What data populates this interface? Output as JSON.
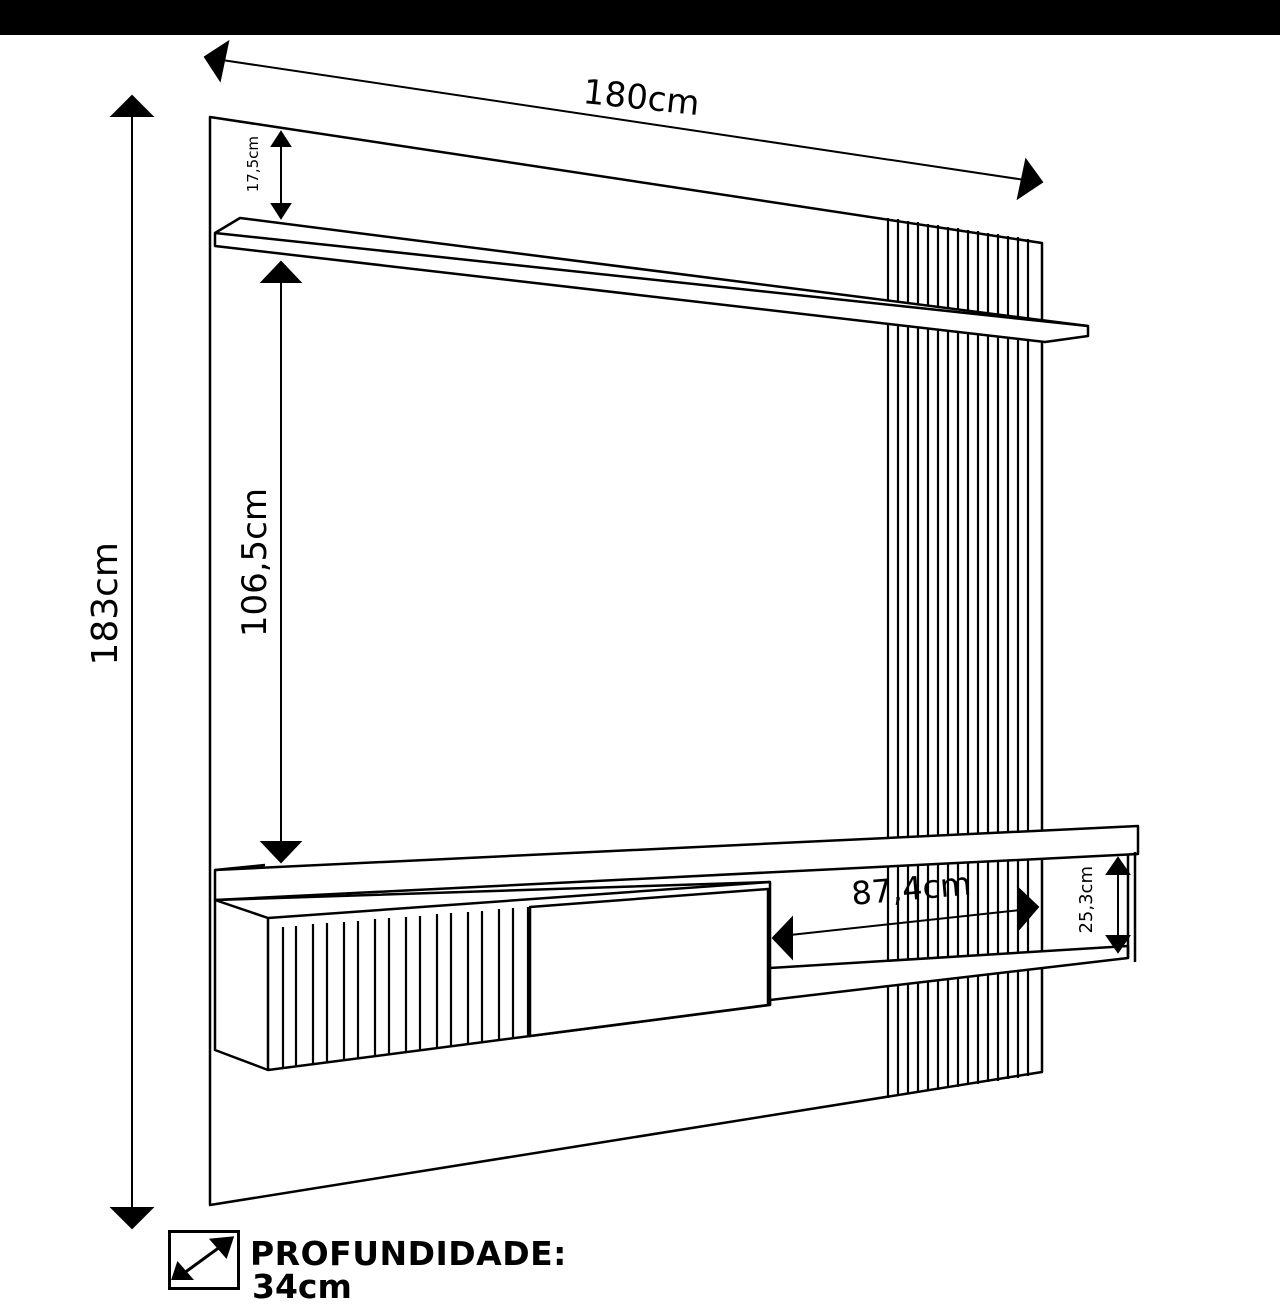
{
  "dimensions": {
    "width": "180cm",
    "height": "183cm",
    "top_shelf_gap": "17,5cm",
    "tv_gap": "106,5cm",
    "niche_width": "87,4cm",
    "niche_height": "25,3cm"
  },
  "depth": {
    "label": "PROFUNDIDADE:",
    "value": "34cm"
  },
  "colors": {
    "line": "#000000",
    "background": "#ffffff",
    "top_bar": "#000000"
  }
}
